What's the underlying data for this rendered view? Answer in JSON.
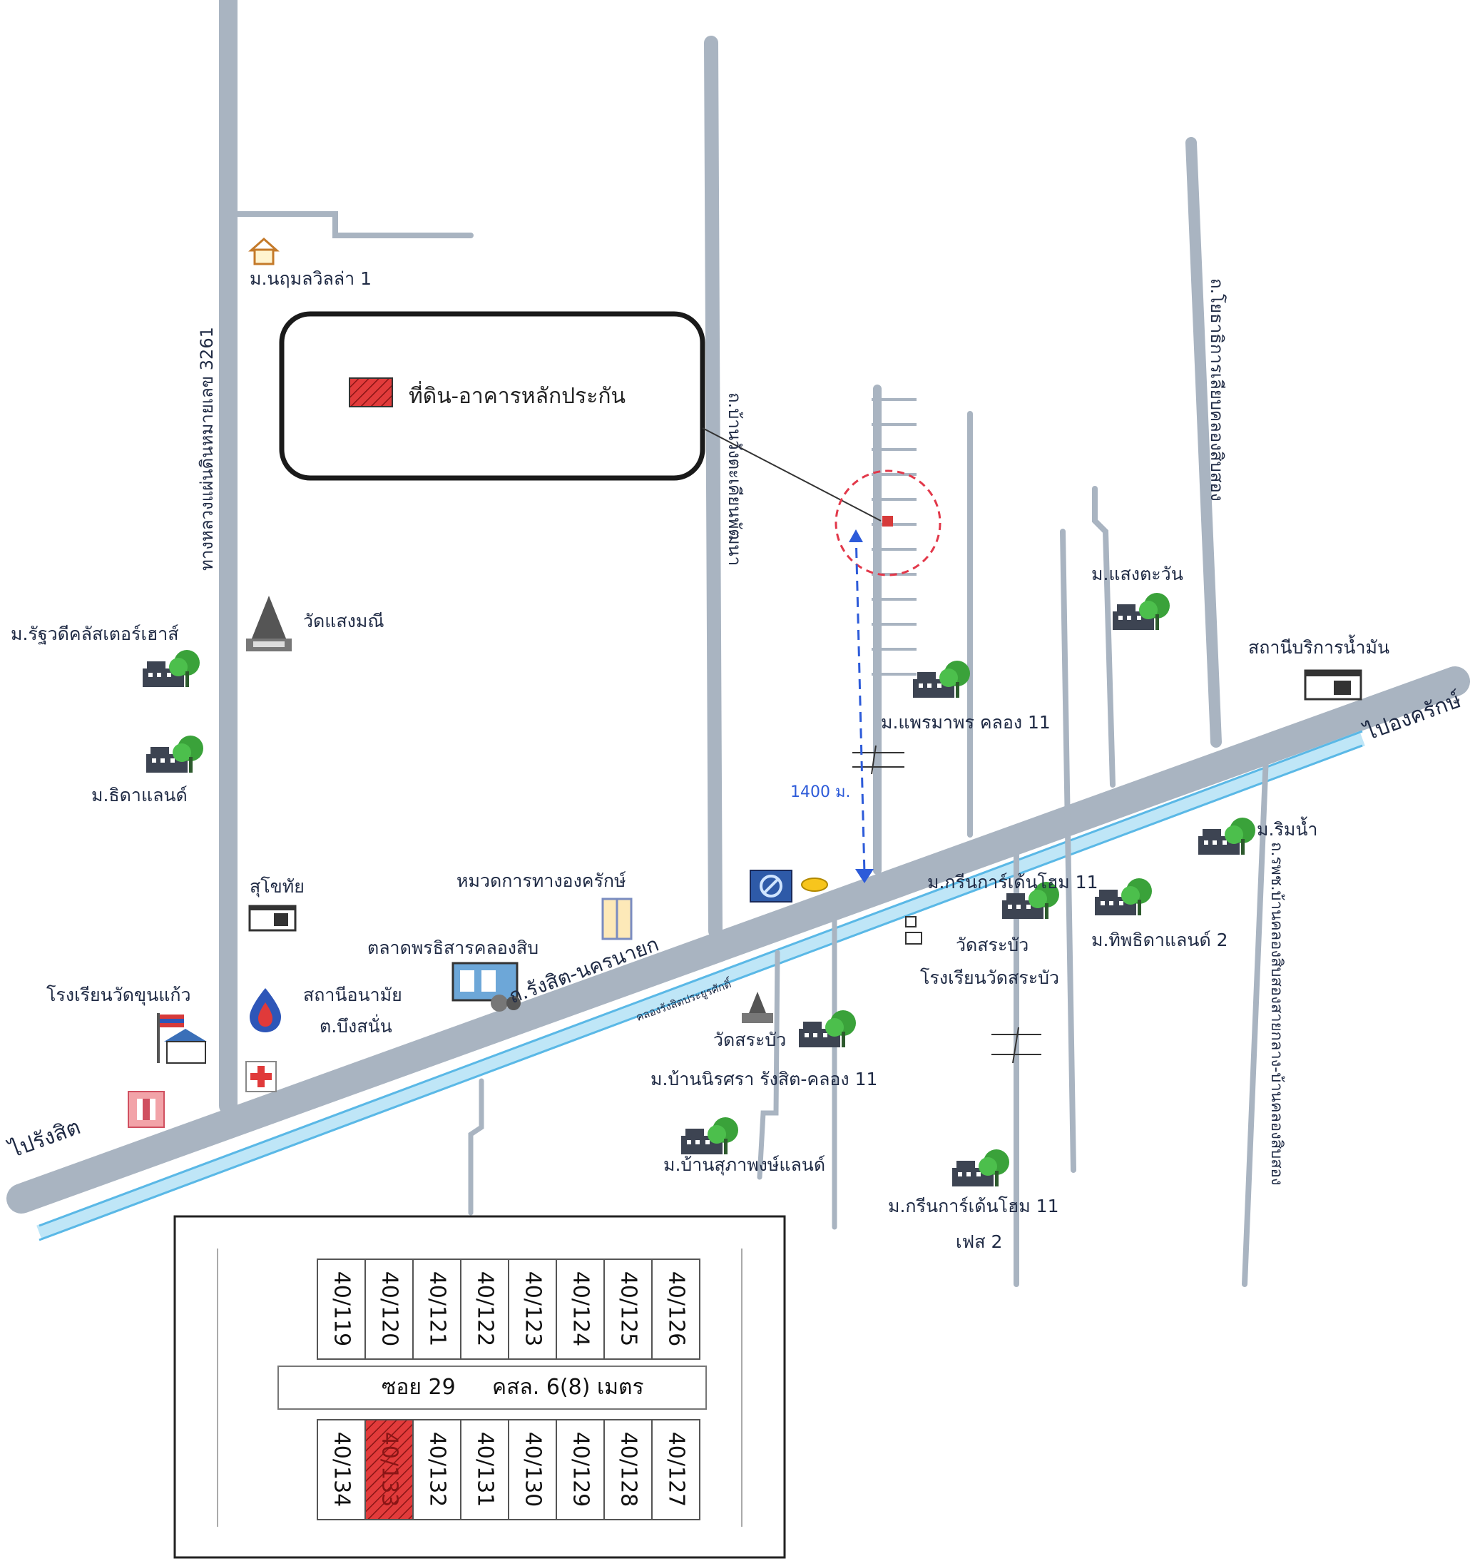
{
  "legend": {
    "text": "ที่ดิน-อาคารหลักประกัน"
  },
  "distance": "1400 ม.",
  "directions": {
    "west": "ไปรังสิต",
    "east": "ไปองครักษ์"
  },
  "roads": {
    "highway_3261": "ทางหลวงแผ่นดินหมายเลข 3261",
    "rangsit_nakhon_nayok": "ถ.รังสิต-นครนายก",
    "canal": "คลองรังสิตประยูรศักดิ์",
    "ban_wang_takian": "ถ.บ้านวังตะเคียนพัฒนา",
    "irrigation_road": "ถ.โยธาธิการเลียบคลองสิบสอง",
    "rural_road": "ถ.รพช.บ้านคลองสิบสองสายกลาง-บ้านคลองสิบสอง"
  },
  "places": {
    "naruemon_villa": "ม.นฤมลวิลล่า 1",
    "wat_saeng_mani": "วัดแสงมณี",
    "ratchawadee": "ม.รัฐวดีคลัสเตอร์เฮาส์",
    "thida_land": "ม.ธิดาแลนด์",
    "suchotai": "สุโขทัย",
    "highway_unit": "หมวดการทางองครักษ์",
    "market": "ตลาดพรธิสารคลองสิบ",
    "school_wat_khun_kaeo": "โรงเรียนวัดขุนแก้ว",
    "health_station": "สถานีอนามัย",
    "bueng_sanan": "ต.บึงสนั่น",
    "saeng_tawan": "ม.แสงตะวัน",
    "gas_station": "สถานีบริการน้ำมัน",
    "phraemaporn": "ม.แพรมาพร คลอง 11",
    "rim_nam": "ม.ริมน้ำ",
    "green_garden": "ม.กรีนการ์เด้นโฮม 11",
    "thipthida_land": "ม.ทิพธิดาแลนด์ 2",
    "wat_sa_bua": "วัดสระบัว",
    "school_wat_sa_bua": "โรงเรียนวัดสระบัว",
    "wat_sa_bua_2": "วัดสระบัว",
    "ban_nirisa": "ม.บ้านนิรศรา รังสิต-คลอง 11",
    "ban_suphapong": "ม.บ้านสุภาพงษ์แลนด์",
    "green_garden_ph2": "ม.กรีนการ์เด้นโฮม 11",
    "phase_2": "เฟส 2"
  },
  "plan": {
    "soi_label": "ซอย 29",
    "road_width": "คสล. 6(8) เมตร",
    "top_plots": [
      "40/119",
      "40/120",
      "40/121",
      "40/122",
      "40/123",
      "40/124",
      "40/125",
      "40/126"
    ],
    "bottom_plots": [
      "40/134",
      "40/133",
      "40/132",
      "40/131",
      "40/130",
      "40/129",
      "40/128",
      "40/127"
    ],
    "highlight_plot": "40/133"
  },
  "colors": {
    "road": "#a9b4c1",
    "canal": "#bfe6f7",
    "highlight": "#d63a3a",
    "distance_arrow": "#2d5bd9",
    "tree": "#3aa23a"
  }
}
